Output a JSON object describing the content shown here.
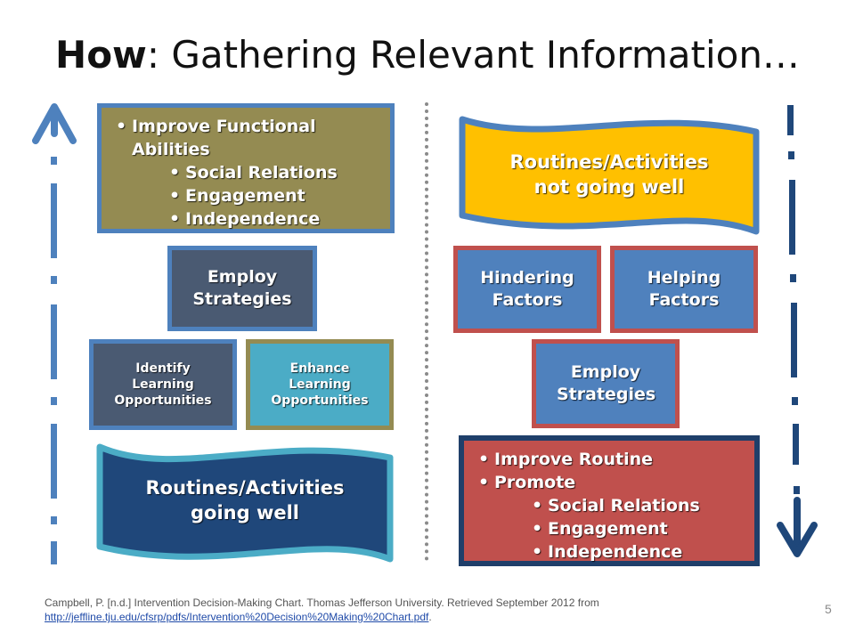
{
  "slide": {
    "title_bold": "How",
    "title_rest": ": Gathering Relevant Information…",
    "page_number": "5"
  },
  "left": {
    "outcome_items": [
      {
        "text": "Improve Functional Abilities",
        "level": 1
      },
      {
        "text": "Social Relations",
        "level": 2
      },
      {
        "text": "Engagement",
        "level": 2
      },
      {
        "text": "Independence",
        "level": 2
      }
    ],
    "employ": "Employ Strategies",
    "identify": "Identify Learning Opportunities",
    "enhance": "Enhance Learning Opportunities",
    "routines": "Routines/Activities going well"
  },
  "right": {
    "routines": "Routines/Activities not going well",
    "hindering": "Hindering Factors",
    "helping": "Helping Factors",
    "employ": "Employ Strategies",
    "outcome_items": [
      {
        "text": "Improve Routine",
        "level": 1
      },
      {
        "text": "Promote",
        "level": 1
      },
      {
        "text": "Social Relations",
        "level": 2
      },
      {
        "text": "Engagement",
        "level": 2
      },
      {
        "text": "Independence",
        "level": 2
      }
    ]
  },
  "citation": {
    "text": "Campbell, P. [n.d.] Intervention Decision-Making Chart. Thomas Jefferson University. Retrieved September 2012 from",
    "link": "http://jeffline.tju.edu/cfsrp/pdfs/Intervention%20Decision%20Making%20Chart.pdf",
    "after_link": "."
  },
  "colors": {
    "olive": "#948b52",
    "blue_border": "#4e81bd",
    "slate": "#4a5a72",
    "teal": "#4bacc6",
    "navy": "#1f477a",
    "gold": "#ffc000",
    "red": "#c0504d",
    "mid_blue": "#4f81bd",
    "dark_border": "#1f3f6a"
  }
}
